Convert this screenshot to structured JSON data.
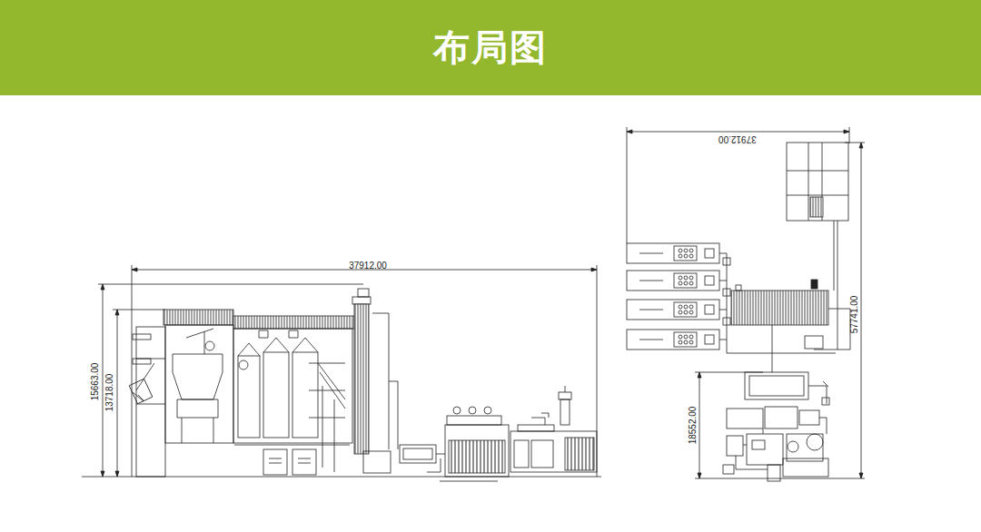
{
  "diagram": {
    "title": "布局图",
    "labels": [
      "37912.00",
      "15663.00",
      "13718.00",
      "37912.00",
      "57741.00",
      "18552.00"
    ]
  }
}
